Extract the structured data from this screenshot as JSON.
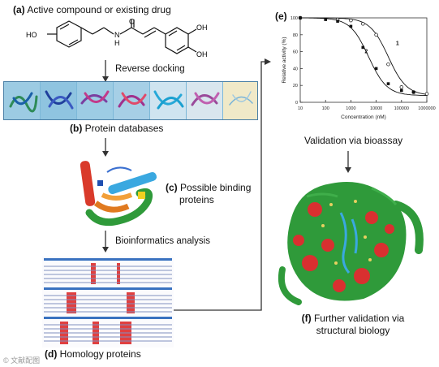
{
  "panels": {
    "a": {
      "letter": "(a)",
      "text": "Active compound or existing drug"
    },
    "b": {
      "letter": "(b)",
      "text": "Protein databases"
    },
    "c": {
      "letter": "(c)",
      "line1": "Possible binding",
      "line2": "proteins"
    },
    "d": {
      "letter": "(d)",
      "text": "Homology proteins"
    },
    "e": {
      "letter": "(e)"
    },
    "f": {
      "letter": "(f)",
      "line1": "Further validation via",
      "line2": "structural biology"
    }
  },
  "steps": {
    "reverse_docking": "Reverse docking",
    "bioinformatics": "Bioinformatics analysis",
    "bioassay": "Validation via bioassay"
  },
  "molecule": {
    "oh_left": "HO",
    "nh": "N",
    "h": "H",
    "o": "O",
    "oh_right1": "OH",
    "oh_right2": "OH"
  },
  "chart_data": {
    "type": "scatter",
    "ylabel": "Relative activity (%)",
    "xlabel": "Concentration (nM)",
    "xscale": "log",
    "xlim": [
      10,
      1000000
    ],
    "ylim": [
      0,
      100
    ],
    "x_ticks": [
      "10",
      "100",
      "1000",
      "10000",
      "100000",
      "1000000"
    ],
    "y_ticks": [
      "0",
      "20",
      "40",
      "60",
      "80",
      "100"
    ],
    "curve_labels": [
      "1",
      "2"
    ],
    "series": [
      {
        "name": "1",
        "marker": "open-circle",
        "points": [
          [
            10,
            100
          ],
          [
            300,
            98
          ],
          [
            1000,
            97
          ],
          [
            3000,
            93
          ],
          [
            10000,
            80
          ],
          [
            30000,
            45
          ],
          [
            100000,
            18
          ],
          [
            300000,
            12
          ],
          [
            1000000,
            10
          ]
        ]
      },
      {
        "name": "2",
        "marker": "filled-square",
        "points": [
          [
            10,
            100
          ],
          [
            100,
            98
          ],
          [
            300,
            96
          ],
          [
            1000,
            90
          ],
          [
            3000,
            65
          ],
          [
            10000,
            40
          ],
          [
            30000,
            22
          ],
          [
            100000,
            14
          ],
          [
            300000,
            12
          ]
        ]
      }
    ],
    "ic50": [
      30000,
      5000
    ]
  },
  "watermark": "© 文献配图"
}
